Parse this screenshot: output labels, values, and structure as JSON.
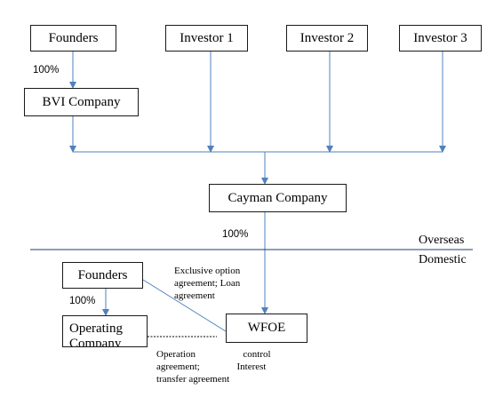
{
  "colors": {
    "line": "#4f81bd",
    "border": "#1a1a1a",
    "divider": "#1f3d6b"
  },
  "nodes": {
    "founders_top": "Founders",
    "investor1": "Investor 1",
    "investor2": "Investor 2",
    "investor3": "Investor 3",
    "bvi": "BVI Company",
    "cayman": "Cayman Company",
    "founders_bottom": "Founders",
    "operating": "Operating Company",
    "wfoe": "WFOE"
  },
  "labels": {
    "pct_founders_bvi": "100%",
    "pct_cayman_wfoe": "100%",
    "pct_founders_operating": "100%"
  },
  "regions": {
    "overseas": "Overseas",
    "domestic": "Domestic"
  },
  "notes": {
    "exclusive_line1": "Exclusive  option",
    "exclusive_line2": "agreement;  Loan",
    "exclusive_line3": "agreement",
    "operation_line1": "Operation",
    "operation_line2": "agreement;",
    "operation_line3": "transfer agreement",
    "control_line1": "control",
    "control_line2": "Interest"
  }
}
